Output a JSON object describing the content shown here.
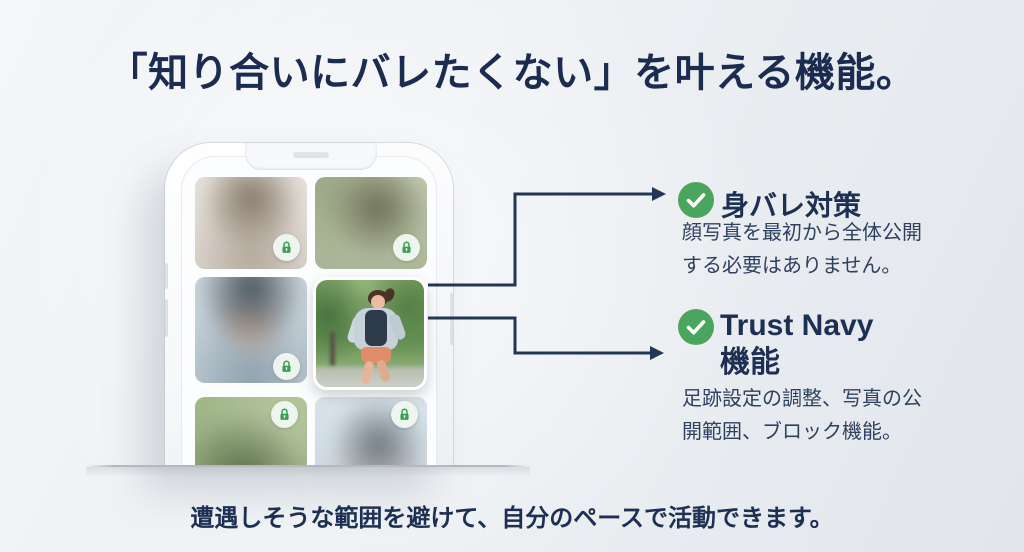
{
  "headline": "「知り合いにバレたくない」を叶える機能。",
  "footer_note": "遭遇しそうな範囲を避けて、自分のペースで活動できます。",
  "features": [
    {
      "icon": "check-circle-icon",
      "title_line1": "身バレ対策",
      "title_line2": "",
      "desc_line1": "顔写真を最初から全体公開",
      "desc_line2": "する必要はありません。"
    },
    {
      "icon": "check-circle-icon",
      "title_line1": "Trust Navy",
      "title_line2": "機能",
      "desc_line1": "足跡設定の調整、写真の公",
      "desc_line2": "開範囲、ブロック機能。"
    }
  ],
  "phone": {
    "profile_cards": [
      {
        "position": "row1-col1",
        "state": "blurred",
        "badge": "lock-icon"
      },
      {
        "position": "row1-col2",
        "state": "blurred",
        "badge": "lock-icon"
      },
      {
        "position": "row2-col1",
        "state": "blurred",
        "badge": "lock-icon"
      },
      {
        "position": "row2-col2",
        "state": "clear",
        "badge": "none",
        "description": "woman jogging in park"
      },
      {
        "position": "row3-col1",
        "state": "blurred",
        "badge": "lock-icon"
      },
      {
        "position": "row3-col2",
        "state": "blurred",
        "badge": "lock-icon"
      }
    ]
  },
  "colors": {
    "accent_green": "#4aa55e",
    "lock_green": "#3aa04f",
    "lock_badge_bg": "#eef5ee",
    "headline_navy": "#1b2c50",
    "body_navy": "#2f4160",
    "connector_navy": "#223655",
    "background_light": "#f4f6f8",
    "background_dark": "#e2e6eb"
  }
}
